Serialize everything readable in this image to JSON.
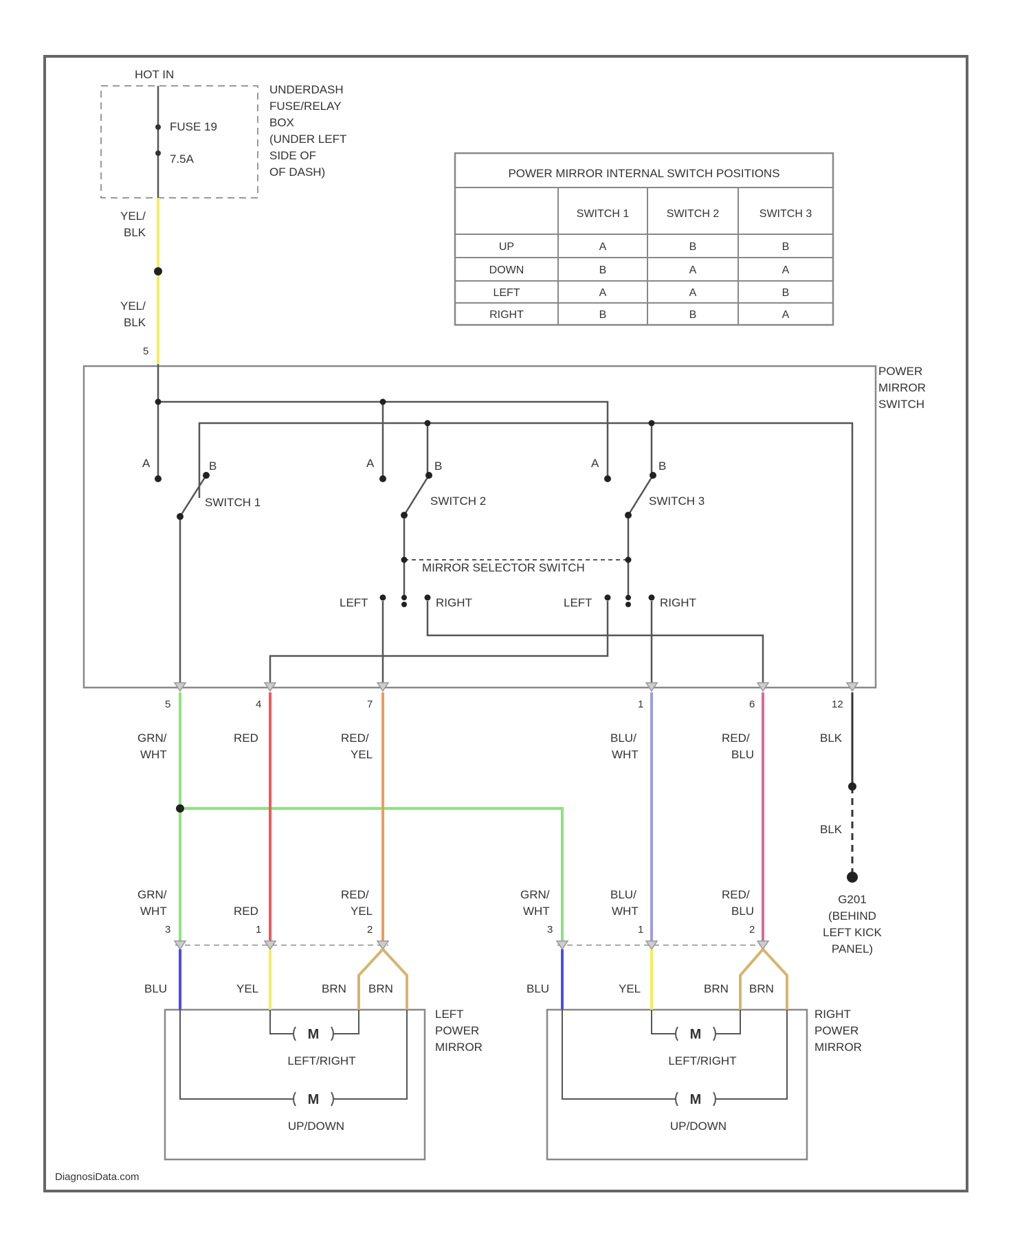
{
  "fuse_box": {
    "hot_in": "HOT IN",
    "fuse_name": "FUSE 19",
    "fuse_rating": "7.5A",
    "label": [
      "UNDERDASH",
      "FUSE/RELAY",
      "BOX",
      "(UNDER LEFT",
      "SIDE OF",
      "OF DASH)"
    ]
  },
  "supply_wire": {
    "color_top": "YEL/",
    "color_bot": "BLK",
    "pin": "5"
  },
  "power_mirror_switch": {
    "label": [
      "POWER",
      "MIRROR",
      "SWITCH"
    ],
    "switches": [
      {
        "name": "SWITCH 1",
        "a": "A",
        "b": "B"
      },
      {
        "name": "SWITCH 2",
        "a": "A",
        "b": "B"
      },
      {
        "name": "SWITCH 3",
        "a": "A",
        "b": "B"
      }
    ],
    "selector": "MIRROR SELECTOR SWITCH",
    "left": "LEFT",
    "right": "RIGHT"
  },
  "table": {
    "title": "POWER MIRROR INTERNAL SWITCH POSITIONS",
    "columns": [
      "SWITCH 1",
      "SWITCH 2",
      "SWITCH 3"
    ],
    "rows": [
      {
        "name": "UP",
        "values": [
          "A",
          "B",
          "B"
        ]
      },
      {
        "name": "DOWN",
        "values": [
          "B",
          "A",
          "A"
        ]
      },
      {
        "name": "LEFT",
        "values": [
          "A",
          "A",
          "B"
        ]
      },
      {
        "name": "RIGHT",
        "values": [
          "B",
          "B",
          "A"
        ]
      }
    ]
  },
  "switch_pins": {
    "p1": "5",
    "p2": "4",
    "p3": "7",
    "p4": "1",
    "p5": "6",
    "p6": "12"
  },
  "wires": {
    "grn_wht_a": "GRN/",
    "grn_wht_b": "WHT",
    "red": "RED",
    "red_yel_a": "RED/",
    "red_yel_b": "YEL",
    "blu_wht_a": "BLU/",
    "blu_wht_b": "WHT",
    "red_blu_a": "RED/",
    "red_blu_b": "BLU",
    "blk": "BLK"
  },
  "mirror_pins": {
    "p3": "3",
    "p1": "1",
    "p2": "2"
  },
  "internal_wires": {
    "blu": "BLU",
    "yel": "YEL",
    "brn": "BRN"
  },
  "ground": [
    "G201",
    "(BEHIND",
    "LEFT KICK",
    "PANEL)"
  ],
  "left_mirror": {
    "label": [
      "LEFT",
      "POWER",
      "MIRROR"
    ],
    "motor": "M",
    "m1": "LEFT/RIGHT",
    "m2": "UP/DOWN"
  },
  "right_mirror": {
    "label": [
      "RIGHT",
      "POWER",
      "MIRROR"
    ],
    "motor": "M",
    "m1": "LEFT/RIGHT",
    "m2": "UP/DOWN"
  },
  "footer": "DiagnosiData.com",
  "colors": {
    "grn": "#8ee27f",
    "red": "#ef5a5a",
    "orange": "#f29a5e",
    "blue_lt": "#9b9bf0",
    "pink": "#d96b95",
    "yellow": "#f2ee5b",
    "blue": "#4b4bee",
    "brown": "#d6b56c",
    "line": "#555555"
  }
}
